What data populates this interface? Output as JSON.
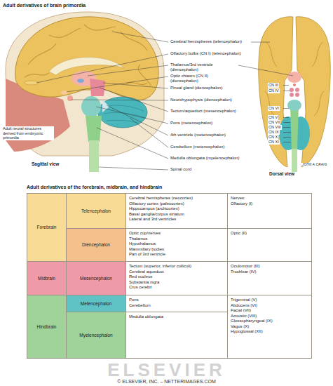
{
  "diagram": {
    "title": "Adult derivatives of brain primordia",
    "caption": "© ELSEVIER, INC. – NETTERIMAGES.COM",
    "nodes": [
      {
        "text": [
          "Forebrain"
        ]
      },
      {
        "text": [
          "Telencephalon"
        ]
      },
      {
        "text": [
          "Cerebral hemispheres (neocortex)",
          "Olfactory cortex (paleocortex)",
          "Hippocampus (archicortex)",
          "Basal ganglia/corpus striatum",
          "Lateral and 3rd ventricles"
        ]
      },
      {
        "text": [
          "Nerves:",
          "Olfactory (I)"
        ]
      },
      {
        "text": [
          "Diencephalon"
        ]
      },
      {
        "text": [
          "Optic cup/nerves",
          "Thalamus",
          "Hypothalamus",
          "Mammillary bodies",
          "Part of 3rd ventricle"
        ]
      },
      {
        "text": [
          "Optic (II)"
        ]
      },
      {
        "text": [
          "Midbrain"
        ]
      },
      {
        "text": [
          "Mesencephalon"
        ]
      },
      {
        "text": [
          "Tectum (superior, inferior colliculi)",
          "Cerebral aqueduct",
          "Red nucleus",
          "Substantia nigra",
          "Crus cerebri"
        ]
      },
      {
        "text": [
          "Oculomotor (III)",
          "Trochlear (IV)"
        ]
      },
      {
        "text": [
          "Hindbrain"
        ]
      },
      {
        "text": [
          "Metencephalon"
        ]
      },
      {
        "text": [
          "Pons",
          "Cerebellum"
        ]
      },
      {
        "text": [
          "Trigeminal (V)",
          "Abducens (VI)",
          "Facial (VII)",
          "Acoustic (VIII)",
          "Glossopharyngeal (IX)",
          "Vagus (X)",
          "Hypoglossal (XII)"
        ]
      },
      {
        "text": [
          "Myelencephalon"
        ]
      },
      {
        "text": [
          "Medulla oblongata"
        ]
      }
    ],
    "labels": [
      "Cerebral hemispheres (telencephalon)",
      "Olfactory bulbs (CN I) (telencephalon)",
      "Thalamus/3rd ventricle (diencephalon)",
      "Optic chiasm (CN II) (diencephalon)",
      "Pineal gland (diencephalon)",
      "Neurohypophysis (diencephalon)",
      "Tectum/aqueduct (mesencephalon)",
      "Pons (metencephalon)",
      "4th ventricle (metencephalon)",
      "Cerebellum (metencephalon)",
      "Medulla oblongata (myelencephalon)",
      "Spinal cord",
      "CN III",
      "CN IV",
      "CN VI",
      "CN V",
      "CN VII",
      "CN VIII",
      "CN IX",
      "CN X",
      "CN XI",
      "Sagittal view",
      "Dorsal view",
      "Adult neural structures derived from embryonic primordia",
      "JOHN A.CRAIG",
      "Adult derivatives of the forebrain, midbrain, and hindbrain",
      "ELSEVIER"
    ]
  }
}
